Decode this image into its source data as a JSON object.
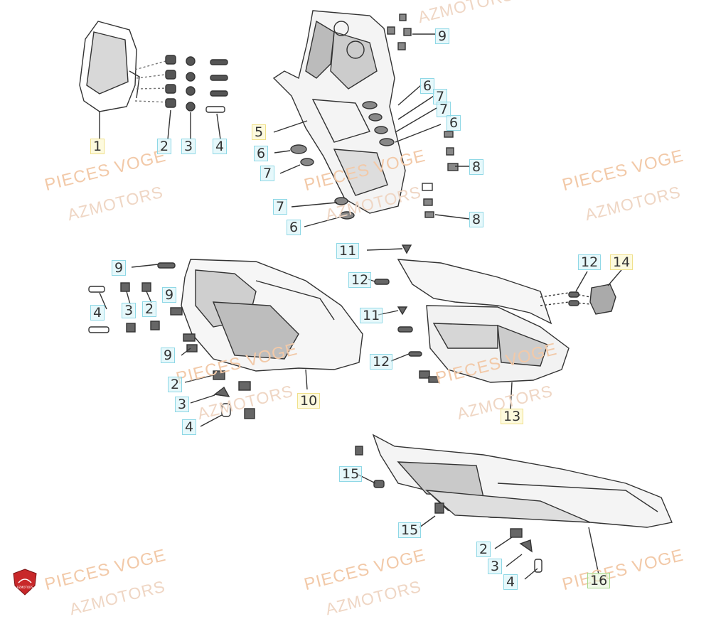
{
  "watermarks": {
    "pieces": "PIECES VOGE",
    "azmotors": "AZMOTORS"
  },
  "callouts": [
    "1",
    "2",
    "3",
    "4",
    "5",
    "6",
    "7",
    "8",
    "9",
    "10",
    "11",
    "12",
    "13",
    "14",
    "15",
    "16"
  ],
  "logo": {
    "name": "azmotors-shield-logo",
    "text": "AZMOTORS",
    "color": "#c8282a"
  },
  "colors": {
    "callout_cyan": "#8fd8e6",
    "callout_yellow": "#f0e08a",
    "callout_green": "#a8d98c",
    "line_art": "#333333"
  }
}
